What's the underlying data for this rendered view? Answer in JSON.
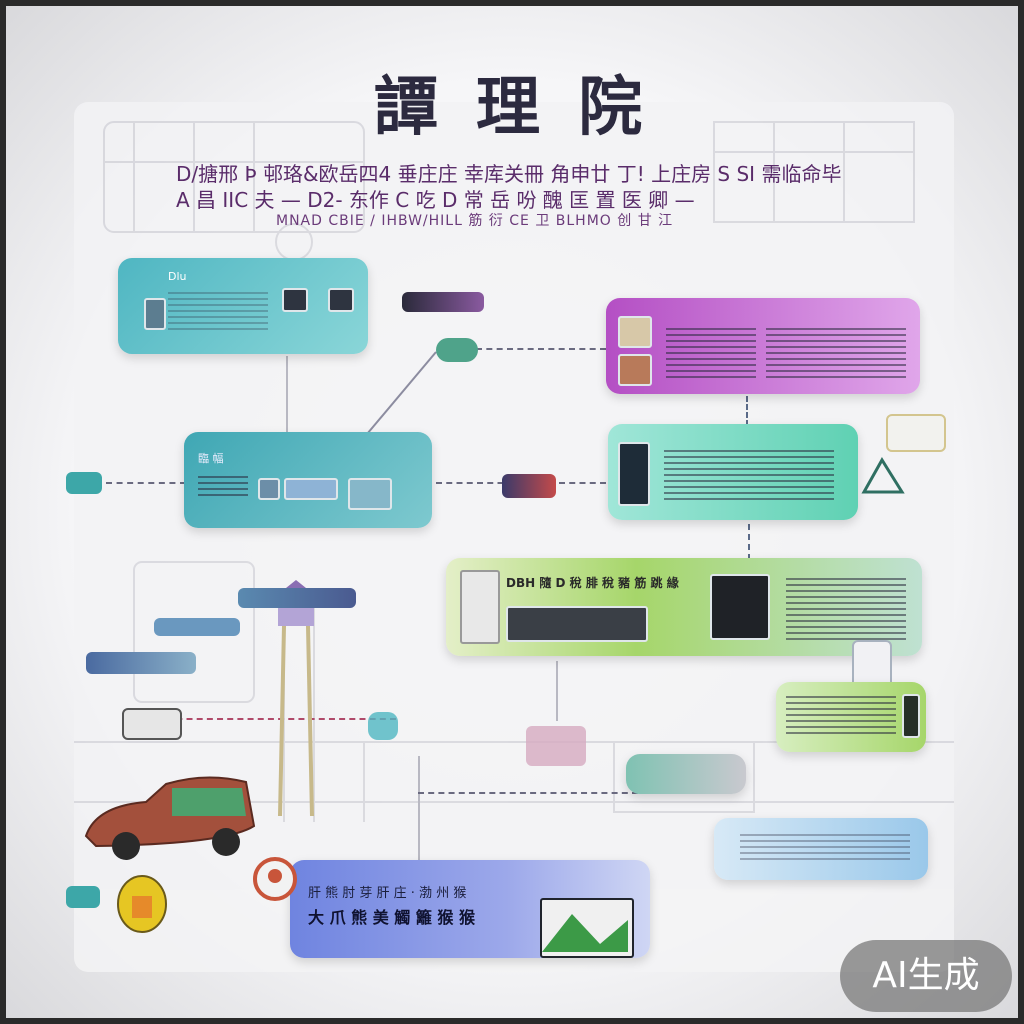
{
  "title": "譚 理 院",
  "subtitle_line1": "D/搪邢 Þ 邨珞&欧岳四4 垂庄庄 幸库关冊 角申廿 丁! 上庄房 S SI 需临命毕",
  "subtitle_line2": "A 昌 IIC 夫        — D2- 东作 C 吃  D 常 岳 吩 醜 匡 置 医 卿 —",
  "subtitle_line3": "MNAD CBIE    /    IHBW/HILL 筋 衍 CE 卫 BLHMO 创 甘 江",
  "cards": {
    "teal_top_label": "Dlu",
    "teal_mid_label": "臨 幅",
    "purple_label": "",
    "green_label": "DBH 隨 D 稅 腓 稅 豬 筋 跳 緣",
    "blue_label_1": "肝 熊 肘 芽 肝 庄 · 渤 州 猴",
    "blue_label_2": "大 爪 熊 美  觸 籬 猴 猴"
  },
  "badge": "AI生成",
  "colors": {
    "teal": "#4fb6c2",
    "purple": "#b44fc4",
    "mint": "#5fd1b3",
    "lime": "#a6d66a",
    "blue": "#6f84e0"
  }
}
